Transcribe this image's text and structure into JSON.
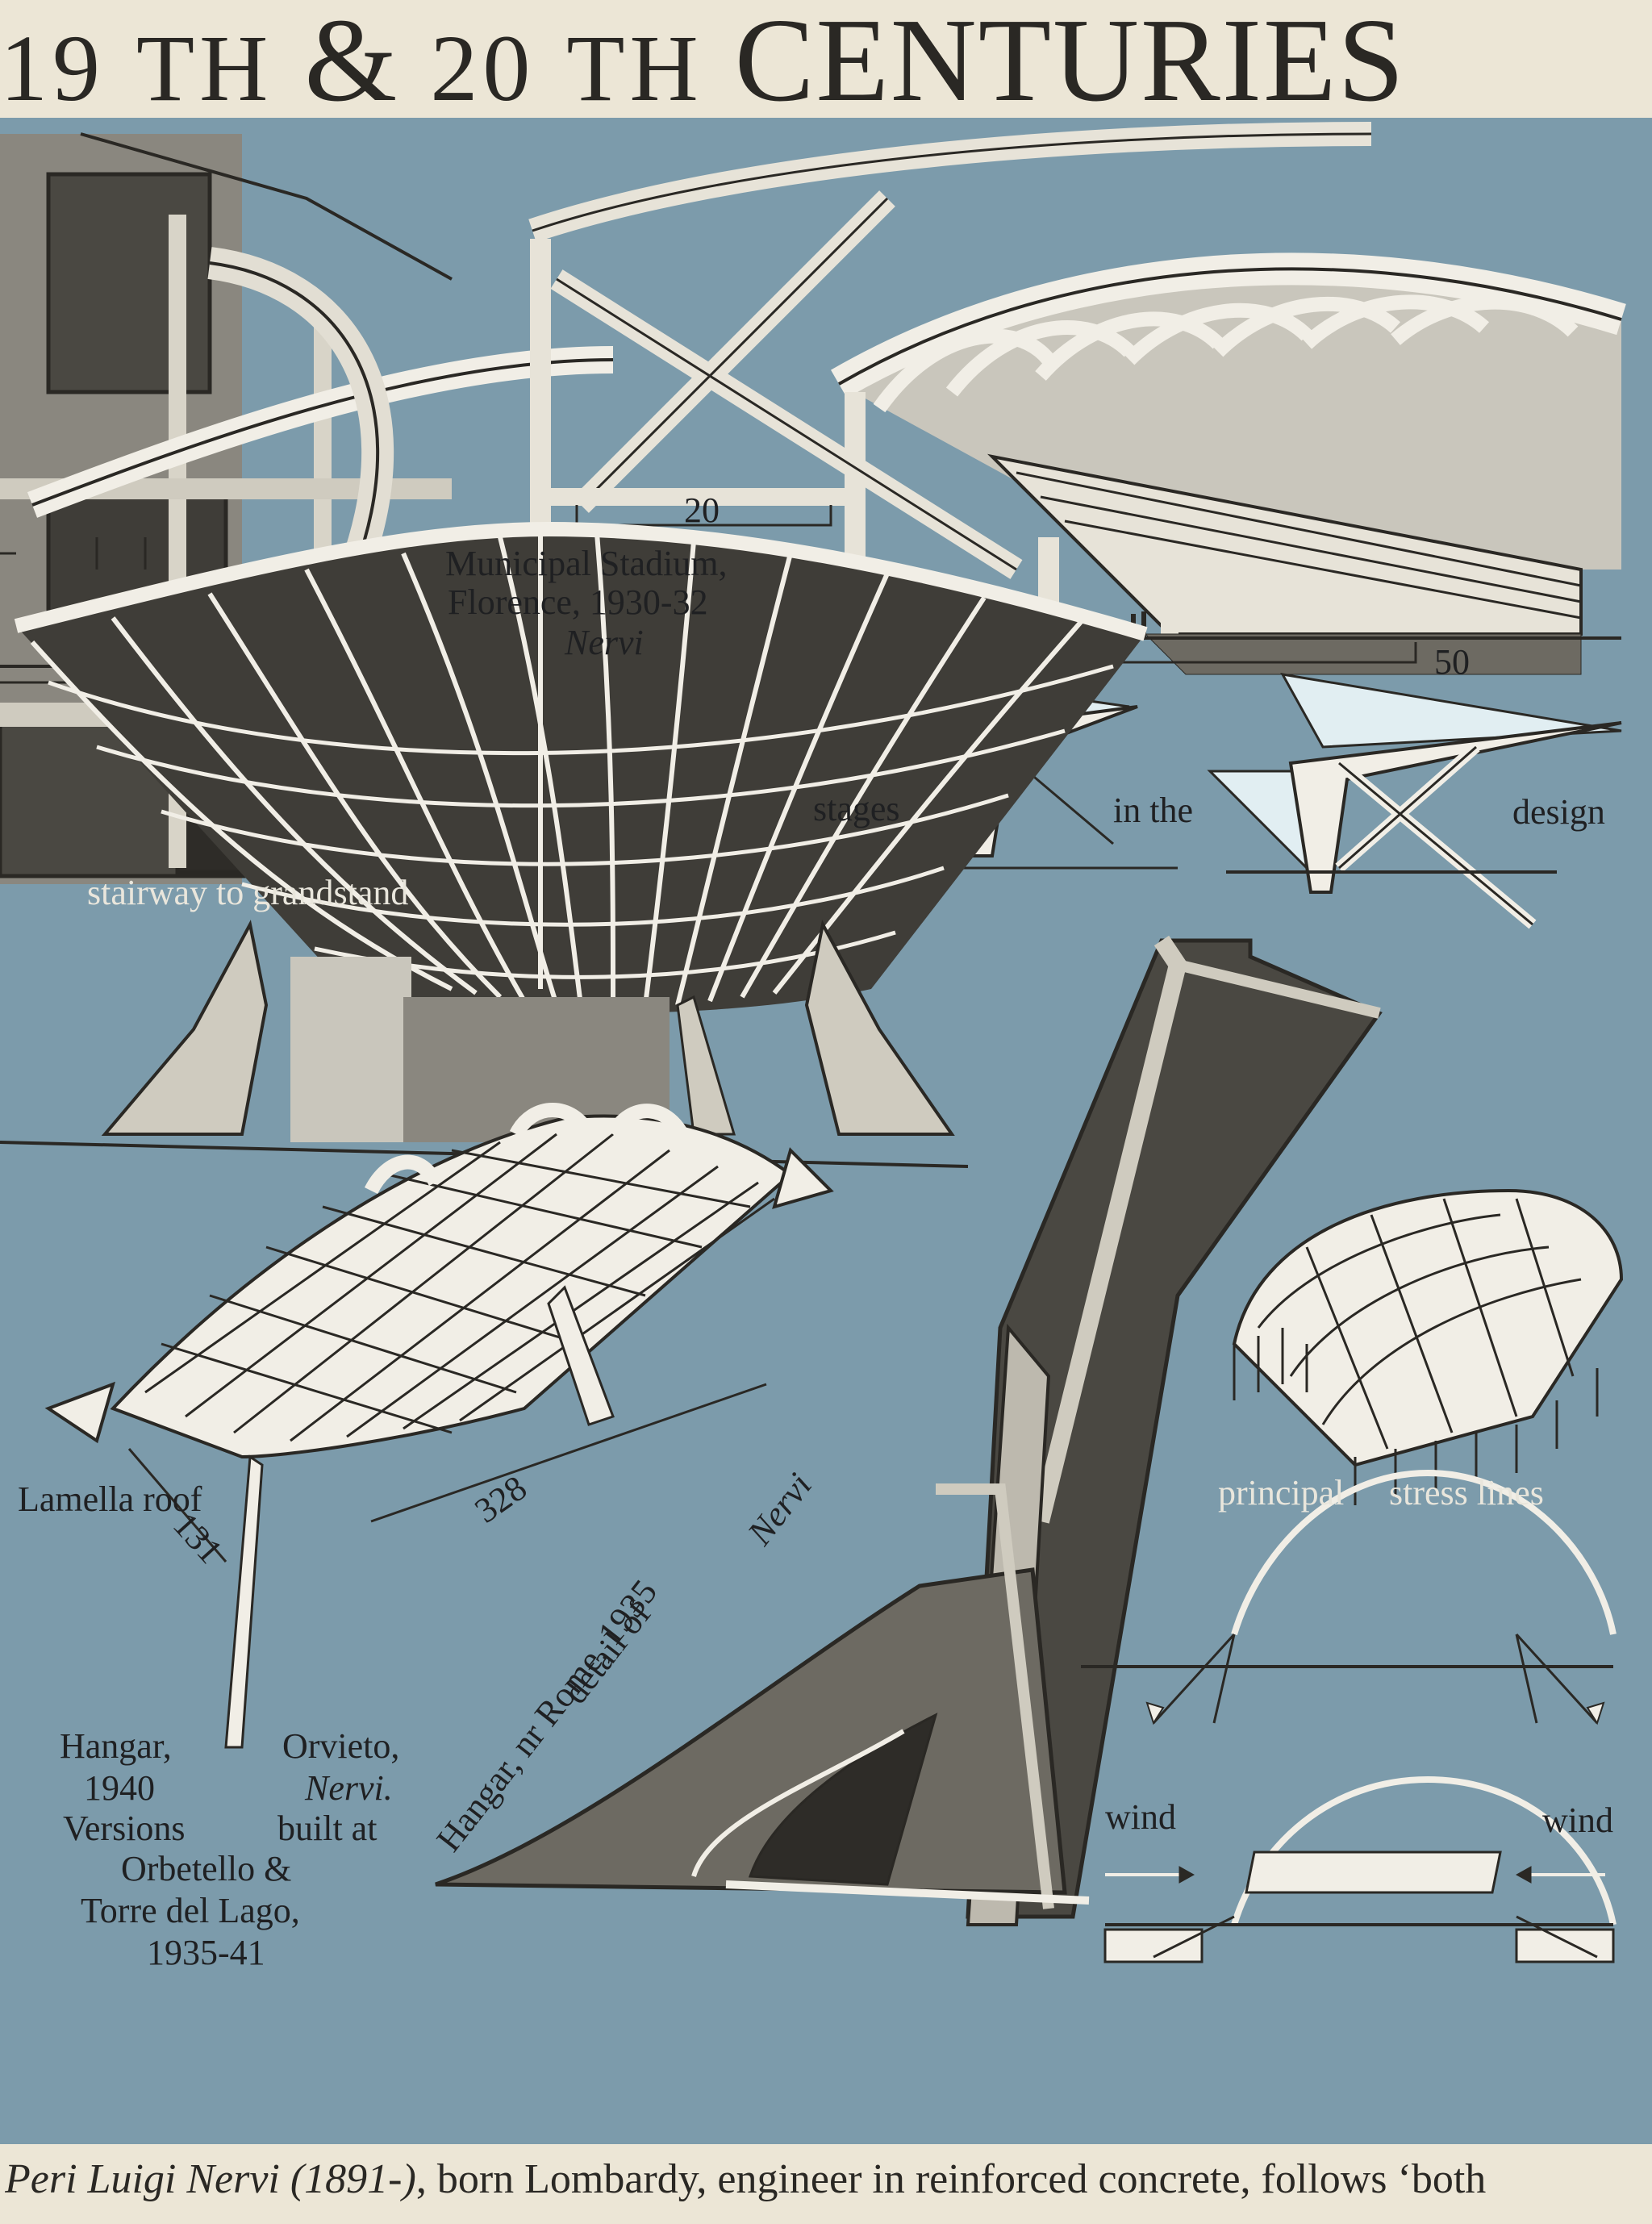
{
  "header": {
    "title_parts": [
      "19",
      "TH",
      "&",
      "20",
      "TH",
      "CENTURIES"
    ]
  },
  "labels": {
    "stadium_title_1": "Municipal Stadium,",
    "stadium_title_2": "Florence, 1930-32",
    "stadium_architect": "Nervi",
    "scale_20": "20",
    "scale_50": "50",
    "stages": "stages",
    "in_the": "in the",
    "design": "design",
    "stairway": "stairway to grandstand",
    "lamella": "Lamella roof",
    "principal": "principal",
    "stress_lines": "stress lines",
    "dim_131": "131",
    "dim_328": "328",
    "hangar_orvieto_1a": "Hangar,",
    "hangar_orvieto_1b": "Orvieto,",
    "hangar_orvieto_2a": "1940",
    "hangar_orvieto_2b": "Nervi.",
    "hangar_orvieto_3a": "Versions",
    "hangar_orvieto_3b": "built at",
    "hangar_orvieto_4": "Orbetello &",
    "hangar_orvieto_5": "Torre del Lago,",
    "hangar_orvieto_6": "1935-41",
    "detail_of": "detail of",
    "hangar_rome": "Hangar, nr Rome, 1935",
    "hangar_rome_architect": "Nervi",
    "wind_left": "wind",
    "wind_right": "wind"
  },
  "caption": {
    "name": "Peri Luigi Nervi (1891-)",
    "text": ", born Lombardy, engineer in reinforced concrete, follows ‘both"
  },
  "colors": {
    "panel": "#7c9bab",
    "paper": "#ece6d6",
    "ink": "#2a2824",
    "concrete": "#8e8a80",
    "highlight": "#f1eee6"
  }
}
